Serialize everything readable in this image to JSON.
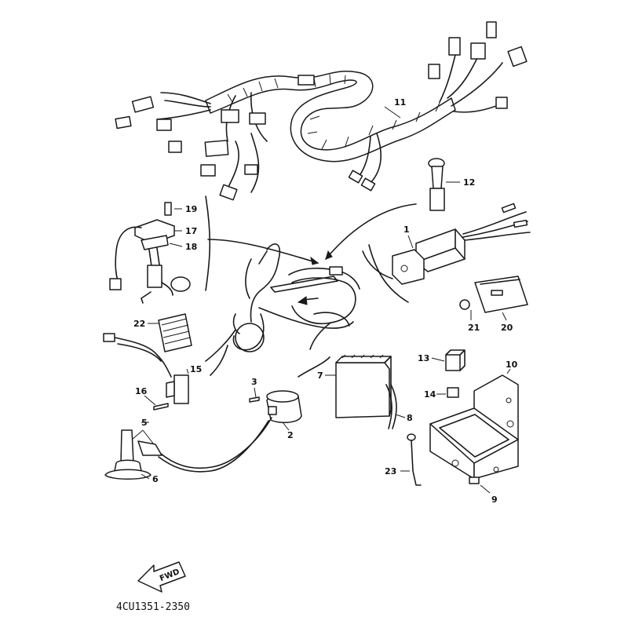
{
  "diagram": {
    "code": "4CU1351-2350",
    "fwd_label": "FWD",
    "callouts": {
      "p1": "1",
      "p2": "2",
      "p3": "3",
      "p5": "5",
      "p6": "6",
      "p7": "7",
      "p8": "8",
      "p9": "9",
      "p10": "10",
      "p11": "11",
      "p12": "12",
      "p13": "13",
      "p14": "14",
      "p15": "15",
      "p16": "16",
      "p17": "17",
      "p18": "18",
      "p19": "19",
      "p20": "20",
      "p21": "21",
      "p22": "22",
      "p23": "23"
    }
  }
}
